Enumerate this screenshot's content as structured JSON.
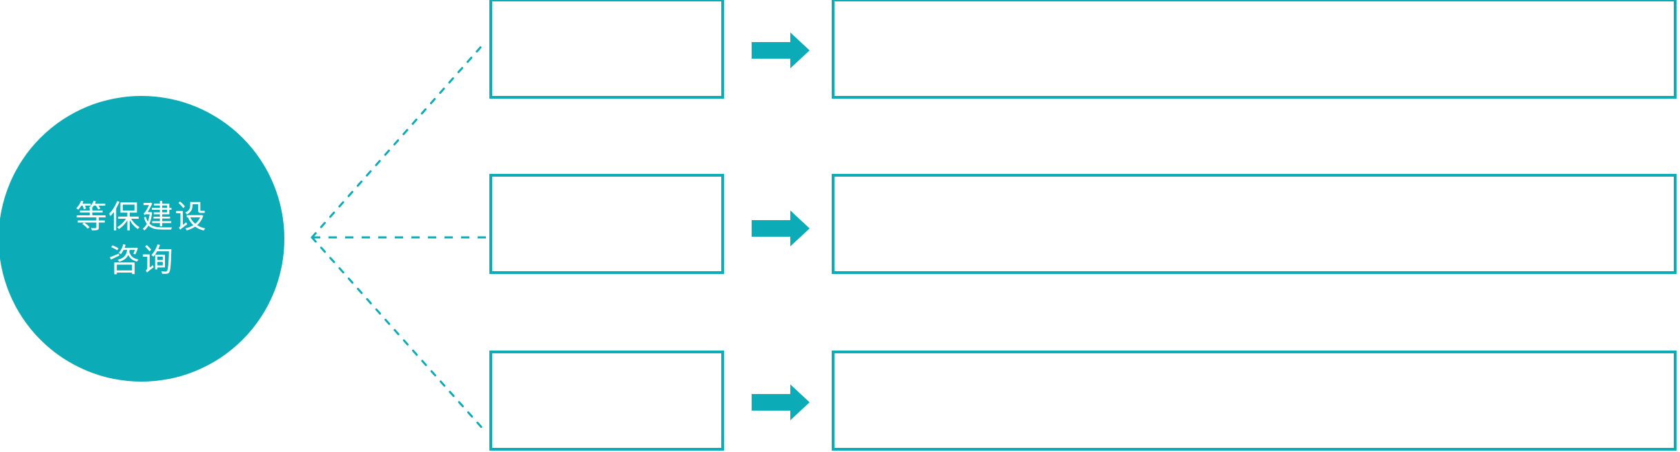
{
  "diagram": {
    "title": "等保建设咨询",
    "type": "fishbone-branch-diagram",
    "accent_color": "#0BABB7",
    "background_color": "#FFFFFF",
    "hub": {
      "name": "hub-circle",
      "lines": [
        "等保建设",
        "咨询"
      ],
      "text_color": "#FFFFFF",
      "fill_color": "#0BABB7"
    },
    "connector": {
      "style": "dotted",
      "color": "#0BABB7",
      "origin_label": "branch-origin",
      "branch_count": 3
    },
    "arrow": {
      "name": "right-arrow-icon",
      "color": "#0BABB7",
      "direction": "right"
    },
    "rows": [
      {
        "id": "row-1",
        "stage": {
          "name": "stage-box-1",
          "text": ""
        },
        "arrow": {
          "name": "flow-arrow-1"
        },
        "detail": {
          "name": "detail-box-1",
          "text": ""
        }
      },
      {
        "id": "row-2",
        "stage": {
          "name": "stage-box-2",
          "text": ""
        },
        "arrow": {
          "name": "flow-arrow-2"
        },
        "detail": {
          "name": "detail-box-2",
          "text": ""
        }
      },
      {
        "id": "row-3",
        "stage": {
          "name": "stage-box-3",
          "text": ""
        },
        "arrow": {
          "name": "flow-arrow-3"
        },
        "detail": {
          "name": "detail-box-3",
          "text": ""
        }
      }
    ]
  }
}
